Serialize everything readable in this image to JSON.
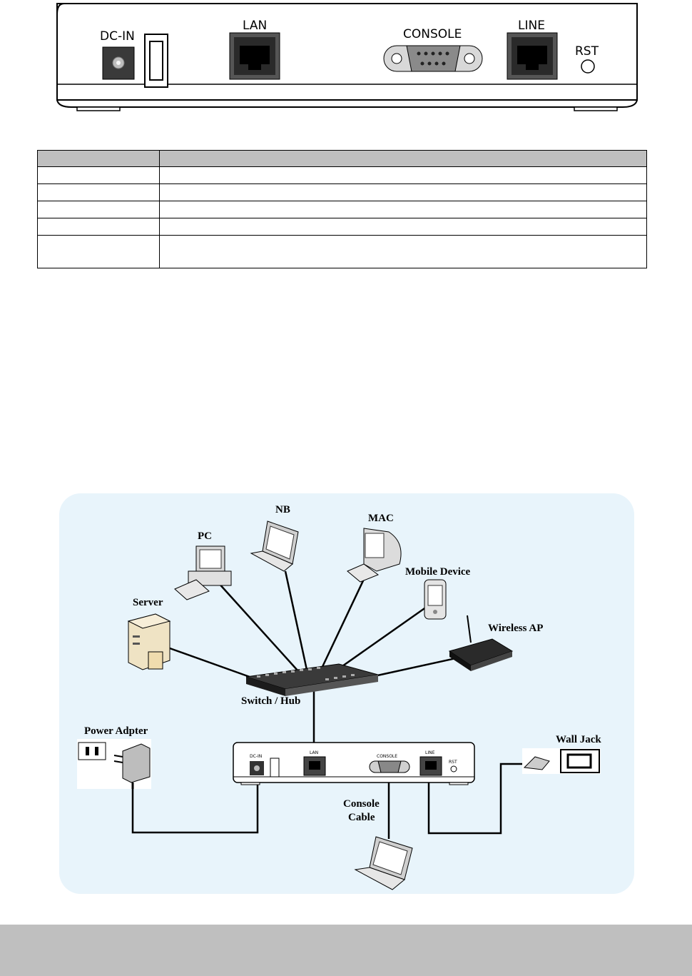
{
  "rear_panel": {
    "labels": {
      "dc_in": "DC-IN",
      "lan": "LAN",
      "console": "CONSOLE",
      "line": "LINE",
      "rst": "RST"
    }
  },
  "spec_table": {
    "header": [
      "",
      ""
    ],
    "rows": [
      [
        "",
        ""
      ],
      [
        "",
        ""
      ],
      [
        "",
        ""
      ],
      [
        "",
        ""
      ],
      [
        "",
        ""
      ]
    ]
  },
  "diagram": {
    "labels": {
      "pc": "PC",
      "nb": "NB",
      "mac": "MAC",
      "mobile_device": "Mobile Device",
      "server": "Server",
      "wireless_ap": "Wireless AP",
      "switch_hub": "Switch / Hub",
      "power_adapter": "Power Adpter",
      "wall_jack": "Wall Jack",
      "console_cable_1": "Console",
      "console_cable_2": "Cable"
    },
    "mini_panel": {
      "dc_in": "DC-IN",
      "lan": "LAN",
      "console": "CONSOLE",
      "line": "LINE",
      "rst": "RST"
    }
  },
  "colors": {
    "diagram_background": "#e8f4fb",
    "table_header": "#bfbfbf",
    "footer_band": "#bfbfbf"
  }
}
